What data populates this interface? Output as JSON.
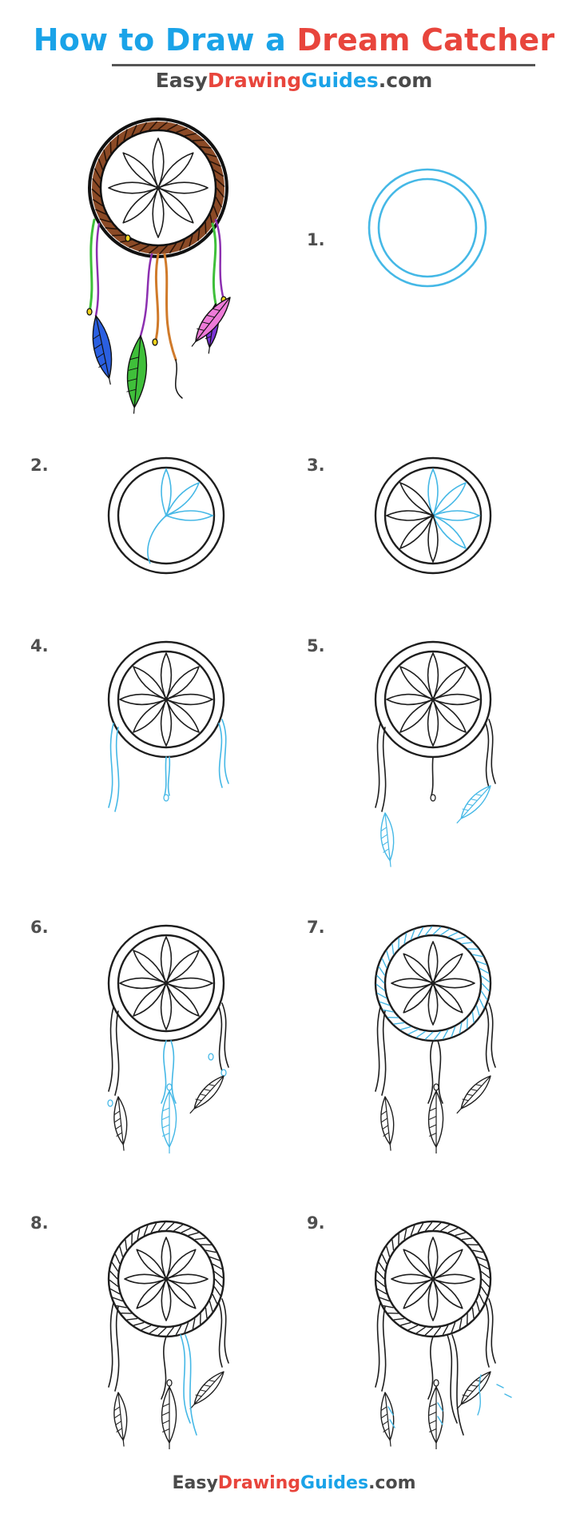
{
  "header": {
    "title_part1": "How to Draw a ",
    "title_part2": "Dream Catcher",
    "brand_easy": "Easy",
    "brand_drawing": "Drawing",
    "brand_guides": "Guides",
    "brand_tld": ".com"
  },
  "steps": [
    {
      "label": "1."
    },
    {
      "label": "2."
    },
    {
      "label": "3."
    },
    {
      "label": "4."
    },
    {
      "label": "5."
    },
    {
      "label": "6."
    },
    {
      "label": "7."
    },
    {
      "label": "8."
    },
    {
      "label": "9."
    }
  ],
  "footer": {
    "brand_easy": "Easy",
    "brand_drawing": "Drawing",
    "brand_guides": "Guides",
    "brand_tld": ".com"
  },
  "colors": {
    "new_line": "#45b8e6",
    "ink": "#1e1e1e",
    "hoop": "#8b4a26",
    "feather_blue": "#2a5fe0",
    "feather_green": "#3fbf3a",
    "feather_purple": "#7b34d6",
    "feather_pink": "#ee7bd8",
    "string_orange": "#d07a2a",
    "bead_yellow": "#f0d21c"
  }
}
